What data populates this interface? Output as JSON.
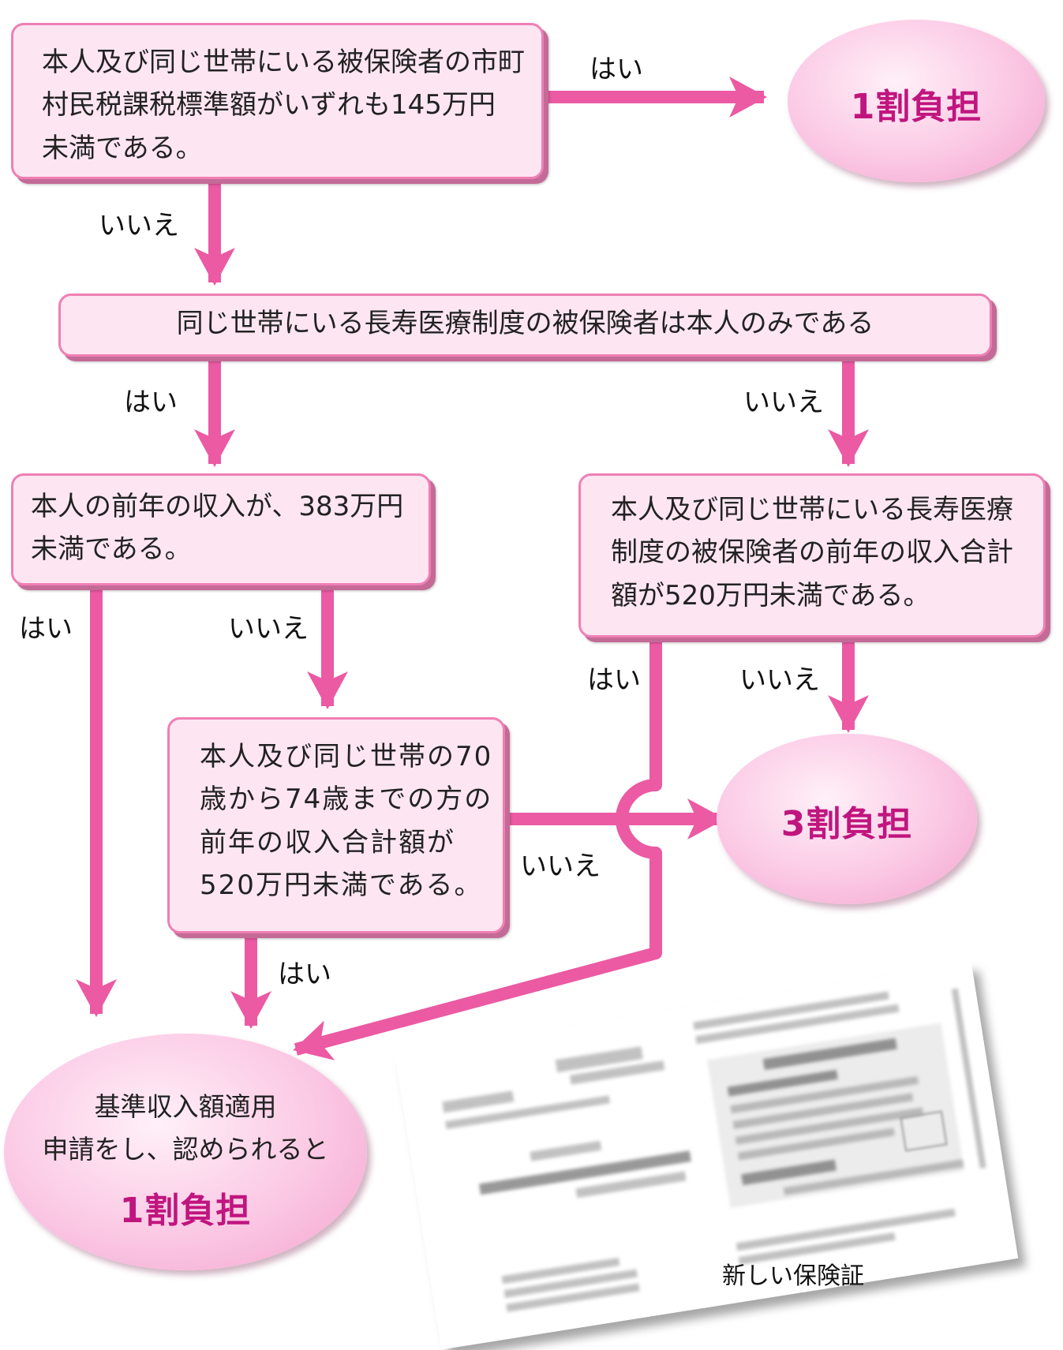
{
  "boxes": {
    "q1": "本人及び同じ世帯にいる被保険者の市町\n村民税課税標準額がいずれも145万円\n未満である。",
    "q2": "同じ世帯にいる長寿医療制度の被保険者は本人のみである",
    "q3": "本人の前年の収入が、383万円\n未満である。",
    "q4": "本人及び同じ世帯にいる長寿医療\n制度の被保険者の前年の収入合計\n額が520万円未満である。",
    "q5": "本人及び同じ世帯の70\n歳から74歳までの方の\n前年の収入合計額が\n520万円未満である。"
  },
  "results": {
    "top": "1割負担",
    "middle": "3割負担",
    "bottom_line1": "基準収入額適用",
    "bottom_line2": "申請をし、認められると",
    "bottom_result": "1割負担"
  },
  "labels": {
    "q1_yes": "はい",
    "q1_no": "いいえ",
    "q2_yes": "はい",
    "q2_no": "いいえ",
    "q3_yes": "はい",
    "q3_no": "いいえ",
    "q4_yes": "はい",
    "q4_no": "いいえ",
    "q5_no": "いいえ",
    "q5_yes": "はい"
  },
  "card": {
    "caption": "新しい保険証"
  },
  "colors": {
    "arrow": "#eb5aa3",
    "box_fill": "#fde6f1",
    "box_border": "#ef7fb4",
    "result_text": "#c0157e"
  }
}
